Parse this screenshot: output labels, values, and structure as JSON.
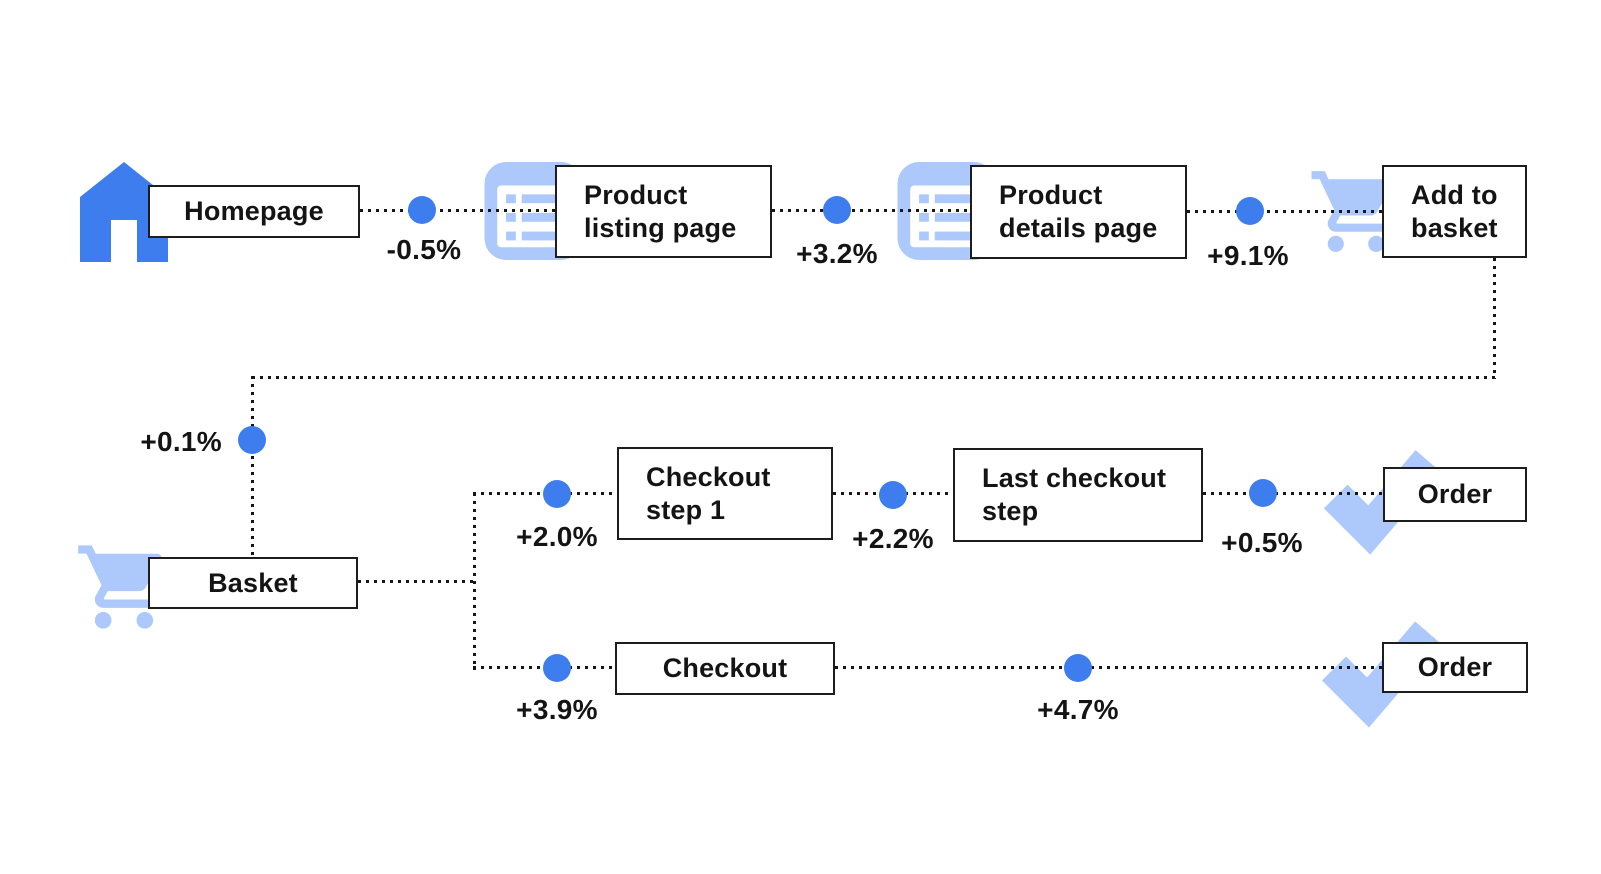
{
  "palette": {
    "node_blue": "#3D7DEE",
    "icon_light_blue": "#ADC9FB",
    "line_color": "#161616",
    "box_border": "#1d1d1d",
    "background": "#ffffff"
  },
  "funnel": {
    "nodes": {
      "homepage": {
        "label": "Homepage",
        "icon": "home-icon"
      },
      "product_listing": {
        "lines": [
          "Product",
          "listing page"
        ],
        "icon": "list-page-icon"
      },
      "product_details": {
        "lines": [
          "Product",
          "details page"
        ],
        "icon": "list-page-icon"
      },
      "add_to_basket": {
        "lines": [
          "Add to",
          "basket"
        ],
        "icon": "cart-icon"
      },
      "basket": {
        "label": "Basket",
        "icon": "cart-icon"
      },
      "checkout_step_1": {
        "lines": [
          "Checkout",
          "step 1"
        ],
        "icon": ""
      },
      "last_checkout_step": {
        "lines": [
          "Last checkout",
          "step"
        ],
        "icon": ""
      },
      "order_top": {
        "label": "Order",
        "icon": "check-icon"
      },
      "checkout": {
        "label": "Checkout",
        "icon": ""
      },
      "order_bottom": {
        "label": "Order",
        "icon": "check-icon"
      }
    },
    "edges": [
      {
        "from": "homepage",
        "to": "product_listing",
        "delta": "-0.5%"
      },
      {
        "from": "product_listing",
        "to": "product_details",
        "delta": "+3.2%"
      },
      {
        "from": "product_details",
        "to": "add_to_basket",
        "delta": "+9.1%"
      },
      {
        "from": "add_to_basket",
        "to": "basket",
        "delta": "+0.1%"
      },
      {
        "from": "basket",
        "to": "checkout_step_1",
        "delta": "+2.0%"
      },
      {
        "from": "checkout_step_1",
        "to": "last_checkout_step",
        "delta": "+2.2%"
      },
      {
        "from": "last_checkout_step",
        "to": "order_top",
        "delta": "+0.5%"
      },
      {
        "from": "basket",
        "to": "checkout",
        "delta": "+3.9%"
      },
      {
        "from": "checkout",
        "to": "order_bottom",
        "delta": "+4.7%"
      }
    ]
  }
}
